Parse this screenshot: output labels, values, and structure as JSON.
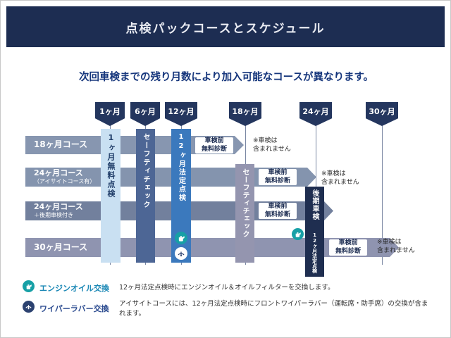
{
  "colors": {
    "header_bg": "#1d2d52",
    "subtitle_text": "#16367c",
    "timeline_tag_bg": "#24365e",
    "bar_course1": "#8796b0",
    "bar_course2": "#8494ae",
    "bar_course3": "#72809d",
    "bar_course4": "#8f94b0",
    "col_free_1month": "#c9e0f2",
    "col_safety_6month": "#4d6695",
    "col_legal_12month": "#3b79bd",
    "col_safety_18month": "#9495af",
    "col_dark_navy": "#1f2e50",
    "oil_icon_bg": "#17a0a6",
    "wiper_icon_bg": "#2c4270",
    "legend_oil_title": "#1a87b5",
    "legend_wiper_title": "#2a4a8f"
  },
  "header": {
    "title": "点検パックコースとスケジュール"
  },
  "subtitle": "次回車検までの残り月数により加入可能なコースが異なります。",
  "timeline_months": [
    "1ヶ月",
    "6ヶ月",
    "12ヶ月",
    "18ヶ月",
    "24ヶ月",
    "30ヶ月"
  ],
  "courses": [
    {
      "label": "18ヶ月コース",
      "sub": ""
    },
    {
      "label": "24ヶ月コース",
      "sub": "（アイサイトコース有）"
    },
    {
      "label": "24ヶ月コース",
      "sub": "＋後期車検付き"
    },
    {
      "label": "30ヶ月コース",
      "sub": ""
    }
  ],
  "events": {
    "free_1month": "1ヶ月無料点検",
    "safety_check": "セーフティチェック",
    "legal_12month": "12ヶ月法定点検",
    "late_shaken": "後期車検"
  },
  "annotations": {
    "prediag_line1": "車検前",
    "prediag_line2": "無料診断",
    "note_line1": "※車検は",
    "note_line2": "含まれません"
  },
  "legend": [
    {
      "title": "エンジンオイル交換",
      "desc": "12ヶ月法定点検時にエンジンオイル＆オイルフィルターを交換します。"
    },
    {
      "title": "ワイパーラバー交換",
      "desc": "アイサイトコースには、12ヶ月法定点検時にフロントワイパーラバー（運転席・助手席）の交換が含まれます。"
    }
  ]
}
